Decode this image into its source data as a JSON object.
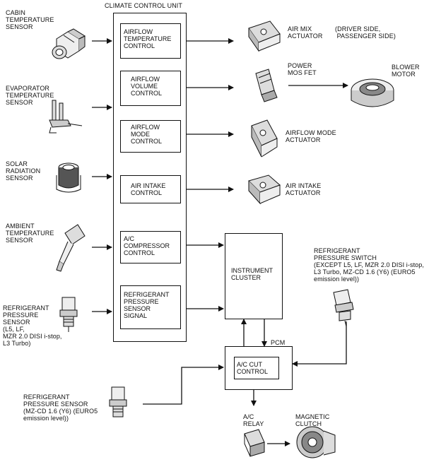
{
  "unit_title": "CLIMATE CONTROL UNIT",
  "inputs": {
    "cabin_sensor": "CABIN\nTEMPERATURE\nSENSOR",
    "evaporator_sensor": "EVAPORATOR\nTEMPERATURE\nSENSOR",
    "solar_sensor": "SOLAR\nRADIATION\nSENSOR",
    "ambient_sensor": "AMBIENT\nTEMPERATURE\nSENSOR",
    "refrigerant_sensor_left": "REFRIGERANT\nPRESSURE\nSENSOR\n(L5, LF,\nMZR 2.0 DISI i-stop,\nL3 Turbo)",
    "refrigerant_sensor_bottom": "REFRIGERANT\nPRESSURE SENSOR\n(MZ-CD 1.6 (Y6) (EURO5\nemission level))",
    "refrigerant_switch": "REFRIGERANT\nPRESSURE SWITCH\n(EXCEPT L5, LF, MZR 2.0 DISI i-stop,\nL3 Turbo, MZ-CD 1.6 (Y6) (EURO5\nemission level))"
  },
  "controls": {
    "airflow_temp": "AIRFLOW\nTEMPERATURE\nCONTROL",
    "airflow_volume": "AIRFLOW\nVOLUME\nCONTROL",
    "airflow_mode": "AIRFLOW\nMODE\nCONTROL",
    "air_intake": "AIR INTAKE\nCONTROL",
    "ac_compressor": "A/C\nCOMPRESSOR\nCONTROL",
    "refrigerant_signal": "REFRIGERANT\nPRESSURE\nSENSOR\nSIGNAL"
  },
  "outputs": {
    "air_mix": "AIR MIX\nACTUATOR",
    "air_mix_side": "(DRIVER SIDE,\n PASSENGER SIDE)",
    "power_mos": "POWER\nMOS FET",
    "blower": "BLOWER\nMOTOR",
    "airflow_mode_actuator": "AIRFLOW MODE\nACTUATOR",
    "air_intake_actuator": "AIR INTAKE\nACTUATOR",
    "instrument_cluster": "INSTRUMENT\nCLUSTER",
    "pcm": "PCM",
    "ac_cut": "A/C CUT\nCONTROL",
    "ac_relay": "A/C\nRELAY",
    "magnetic_clutch": "MAGNETIC\nCLUTCH"
  }
}
